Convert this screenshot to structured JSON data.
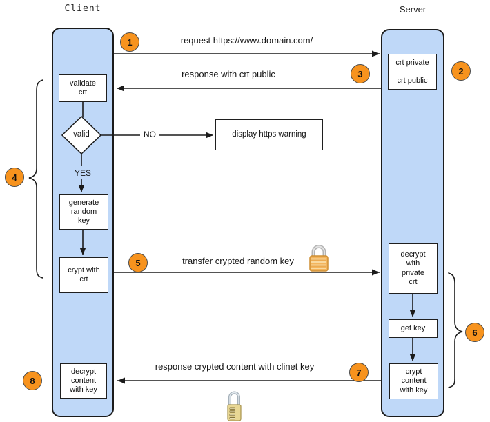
{
  "colors": {
    "lane_fill": "#bfd8f8",
    "line": "#1b1b1b",
    "step_circle": "#f7931e",
    "padlock_body": "#f3b45c",
    "combo_lock_body": "#e8d794"
  },
  "lanes": {
    "client": "Client",
    "server": "Server"
  },
  "steps": [
    "1",
    "2",
    "3",
    "4",
    "5",
    "6",
    "7",
    "8"
  ],
  "messages": {
    "request": "request https://www.domain.com/",
    "response_public": "response with crt public",
    "transfer_key": "transfer crypted random key",
    "response_content": "response crypted content with clinet key"
  },
  "client_flow": {
    "validate_crt": "validate\ncrt",
    "valid": "valid",
    "no": "NO",
    "yes": "YES",
    "warning": "display https warning",
    "generate_key": "generate\nrandom\nkey",
    "crypt_with_crt": "crypt with\ncrt",
    "decrypt_content": "decrypt\ncontent\nwith key"
  },
  "server_flow": {
    "crt_private": "crt private",
    "crt_public": "crt public",
    "decrypt_private": "decrypt\nwith\nprivate\ncrt",
    "get_key": "get key",
    "crypt_content": "crypt\ncontent\nwith key"
  },
  "icons": {
    "transfer_lock": "closed-padlock-icon",
    "content_lock": "combination-lock-icon"
  }
}
